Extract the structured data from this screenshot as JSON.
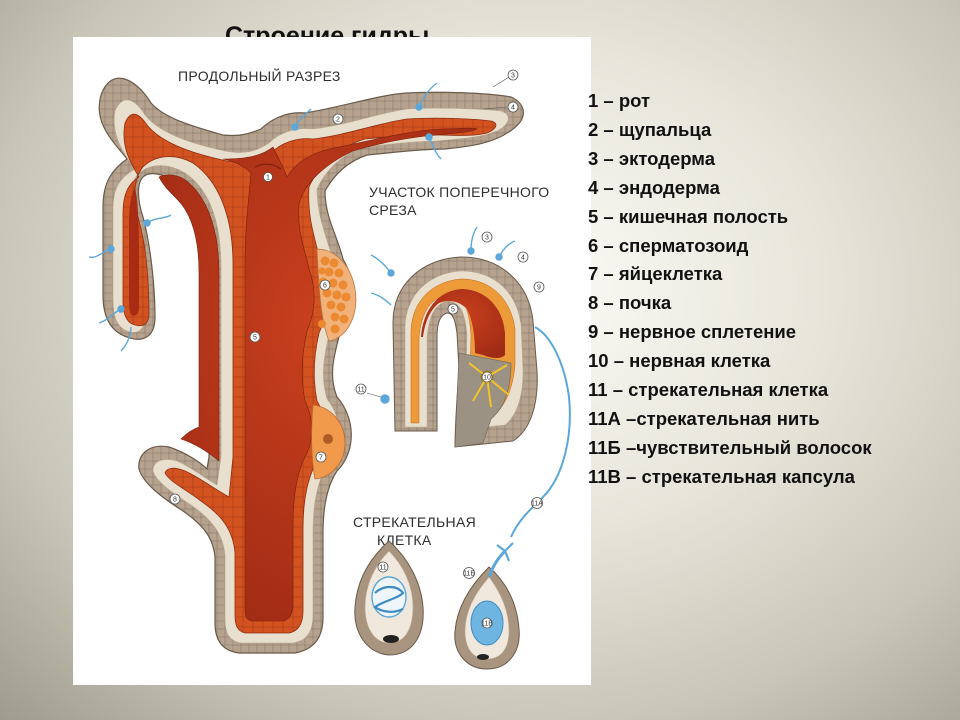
{
  "title": "Строение гидры",
  "figure": {
    "section_labels": {
      "longitudinal": "ПРОДОЛЬНЫЙ  РАЗРЕЗ",
      "cross_line1": "УЧАСТОК  ПОПЕРЕЧНОГО",
      "cross_line2": "СРЕЗА",
      "cell_line1": "СТРЕКАТЕЛЬНАЯ",
      "cell_line2": "КЛЕТКА"
    },
    "markers": {
      "m1": "1",
      "m2": "2",
      "m3": "3",
      "m4": "4",
      "m5": "5",
      "m6": "6",
      "m7": "7",
      "m8": "8",
      "m9": "9",
      "m10": "10",
      "m11": "11",
      "m11a": "11А",
      "m11b": "11Б",
      "m11v": "11В"
    },
    "colors": {
      "ectoderm": "#a9957f",
      "mesoglea": "#e7dccb",
      "endoderm": "#c8421a",
      "cavity": "#b8331a",
      "gonad": "#ec8a32",
      "nerve": "#5ca7da",
      "tissue_gray": "#9c9283"
    }
  },
  "legend": [
    "1 – рот",
    "2 – щупальца",
    "3 – эктодерма",
    "4 – эндодерма",
    "5 – кишечная полость",
    "6 – сперматозоид",
    "7 – яйцеклетка",
    "8 – почка",
    "9 – нервное сплетение",
    "10 – нервная клетка",
    "11 – стрекательная клетка",
    "11А –стрекательная нить",
    "11Б –чувствительный волосок",
    "11В – стрекательная капсула"
  ]
}
